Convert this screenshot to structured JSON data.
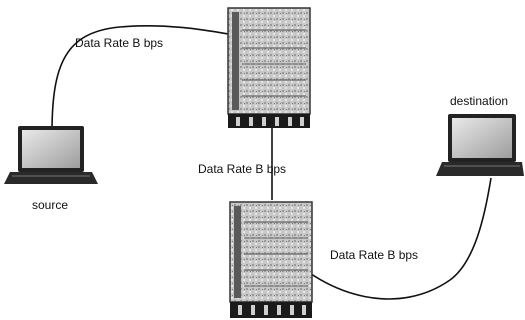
{
  "nodes": {
    "source": "source",
    "destination": "destination",
    "switch_top": "",
    "switch_bottom": ""
  },
  "links": [
    {
      "id": "source-to-switch-top",
      "label": "Data Rate  B bps"
    },
    {
      "id": "switch-top-to-switch-bottom",
      "label": "Data Rate  B bps"
    },
    {
      "id": "switch-bottom-to-destination",
      "label": "Data Rate  B bps"
    }
  ],
  "icons": {
    "laptop": "laptop-icon",
    "switch": "network-switch-icon"
  },
  "colors": {
    "line": "#111111",
    "device_body": "#bdbdbd",
    "device_dark": "#1a1a1a"
  }
}
